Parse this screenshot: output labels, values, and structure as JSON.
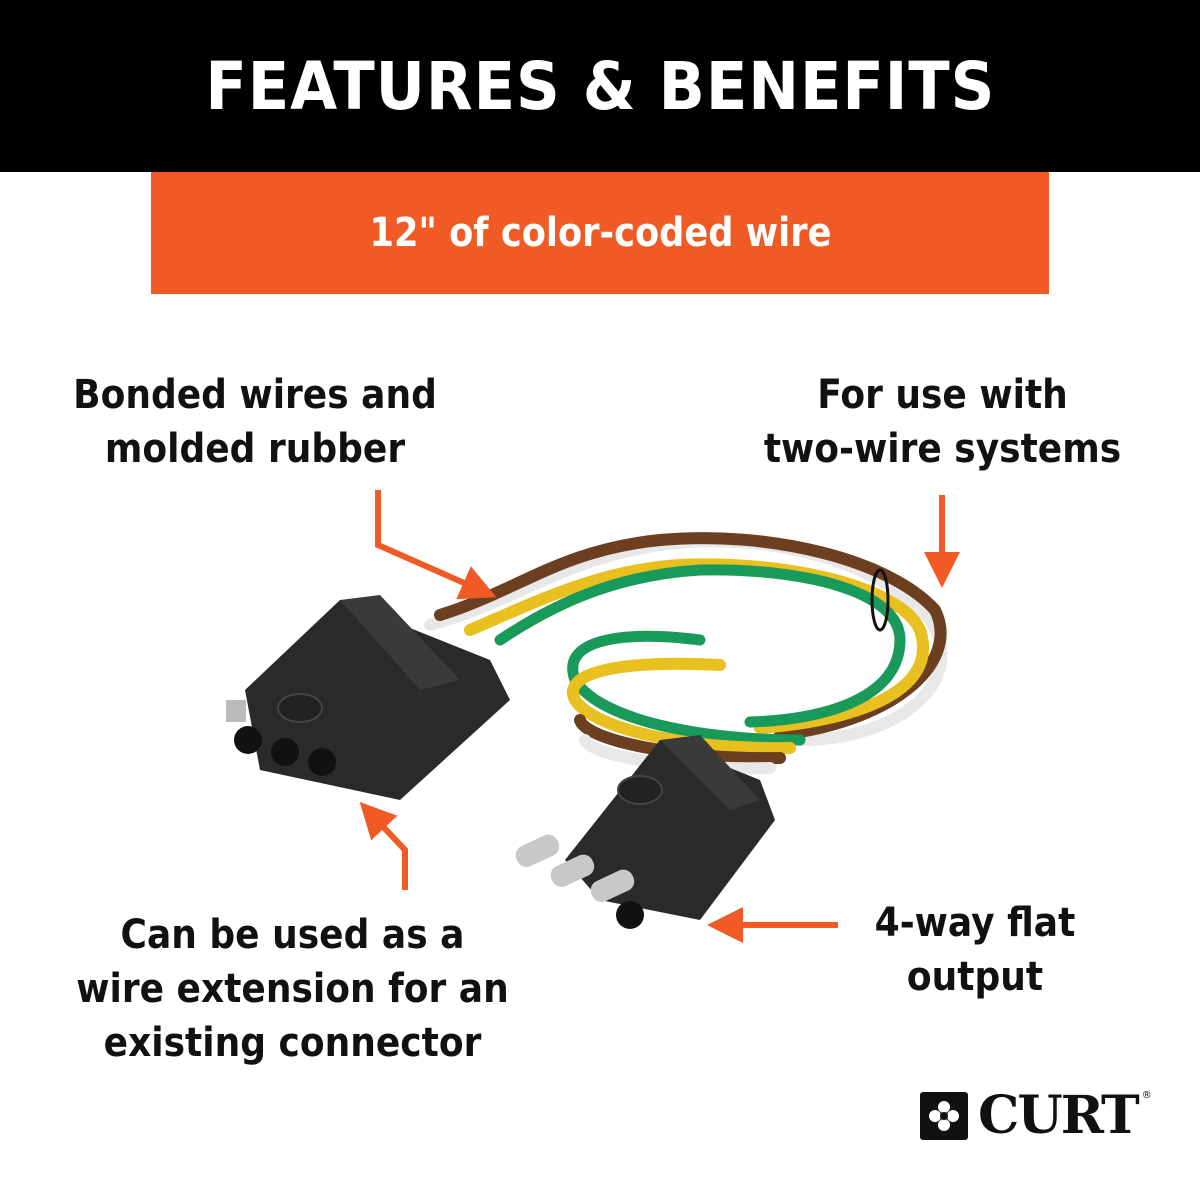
{
  "header": {
    "title": "FEATURES & BENEFITS",
    "background": "#000000"
  },
  "banner": {
    "text": "12\" of color-coded wire",
    "background": "#f05a24"
  },
  "callouts": {
    "top_left": {
      "lines": [
        "Bonded wires and",
        "molded rubber"
      ]
    },
    "top_right": {
      "lines": [
        "For use with",
        "two-wire systems"
      ]
    },
    "bottom_left": {
      "lines": [
        "Can be used as a",
        "wire extension for an",
        "existing connector"
      ]
    },
    "bottom_right": {
      "lines": [
        "4-way flat",
        "output"
      ]
    }
  },
  "product": {
    "name": "4-way flat connector wire harness",
    "wire_colors": [
      "#1a9a5a",
      "#e8c020",
      "#6b3f1f",
      "#e8e8e8"
    ]
  },
  "accent_color": "#f05a24",
  "logo": {
    "text": "CURT",
    "registered": "®"
  }
}
